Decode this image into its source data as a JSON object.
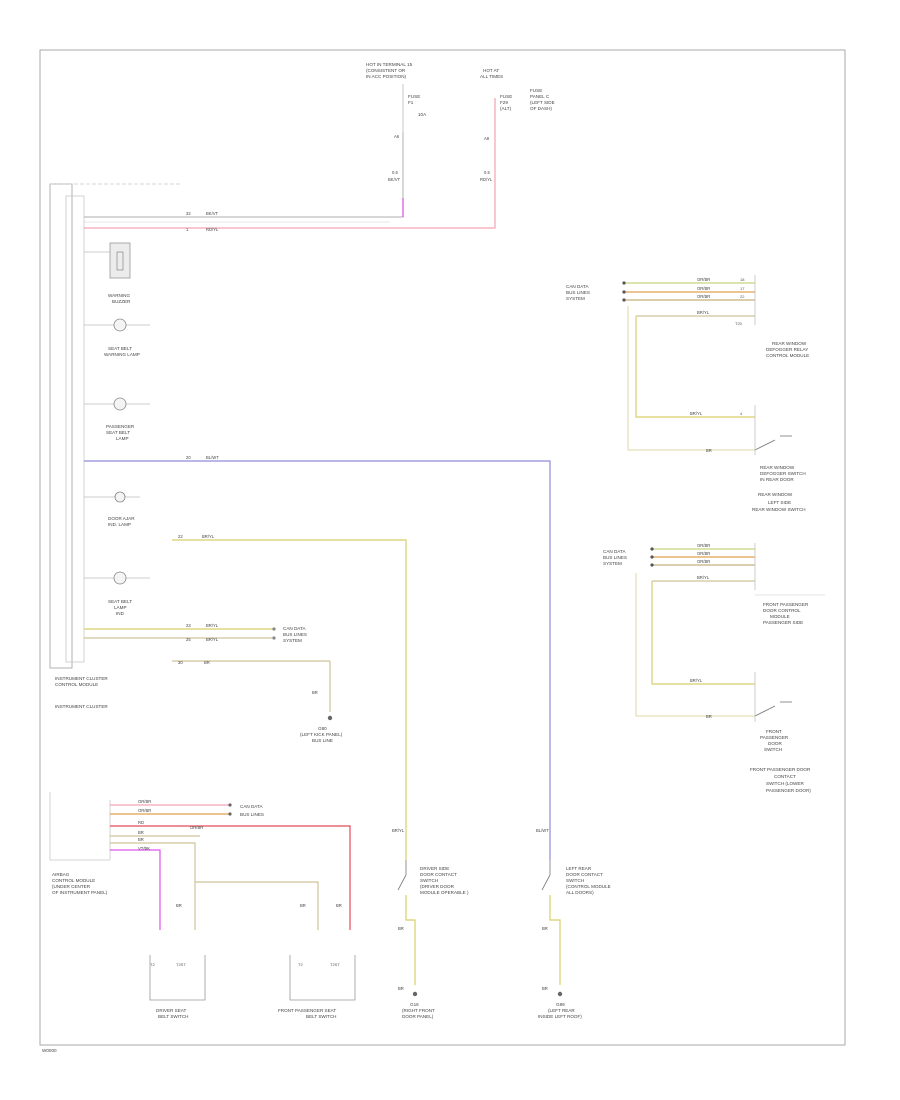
{
  "diagram": {
    "title_code": "W0000",
    "power_top_left": {
      "source": [
        "HOT IN TERMINAL 15",
        "(CONSISTENT OR",
        "IN ACC POSITION)"
      ],
      "fuse_label": [
        "FUSE",
        "F1"
      ],
      "fuse_rating": "10A",
      "pin_a": "A6",
      "wire_code": "0.5",
      "wire_color": "BK/VT"
    },
    "power_top_right": {
      "source": [
        "HOT AT",
        "ALL TIMES"
      ],
      "fuse_label": [
        "FUSE",
        "F29",
        "(ALT)"
      ],
      "fuse_desc": [
        "FUSE",
        "PANEL C",
        "(LEFT SIDE",
        "OF DASH)"
      ],
      "pin_a": "A8",
      "wire_code": "0.5",
      "wire_color": "RD/YL"
    },
    "instrument_cluster": {
      "label": [
        "INSTRUMENT CLUSTER",
        "CONTROL MODULE"
      ],
      "sublabel": "INSTRUMENT CLUSTER",
      "items": [
        {
          "pin": "32",
          "wire": "BK/VT"
        },
        {
          "pin": "1",
          "wire": "RD/YL"
        },
        {
          "name": [
            "WARNING",
            "BUZZER"
          ]
        },
        {
          "name": [
            "SEAT BELT",
            "WARNING LAMP"
          ]
        },
        {
          "name": [
            "PASSENGER",
            "SEAT BELT",
            "LAMP"
          ]
        },
        {
          "pin": "20",
          "wire": "BL/WT"
        },
        {
          "name": [
            "DOOR AJAR",
            "IND. LAMP"
          ]
        },
        {
          "pin": "22",
          "wire": "BR/YL"
        },
        {
          "name": [
            "SEAT BELT",
            "LAMP",
            "IND"
          ]
        },
        {
          "pin": "23",
          "wire": "BR/YL"
        },
        {
          "pin": "25",
          "wire": "BR/YL"
        },
        {
          "pin": "30",
          "wire": "BR"
        }
      ],
      "can_label": [
        "CAN DATA",
        "BUS LINES",
        "SYSTEM"
      ],
      "ground_wire": "BR",
      "ground_label": [
        "G80",
        "(LEFT KICK PANEL)",
        "BUS LINE"
      ]
    },
    "right_top": {
      "can_label": [
        "CAN DATA",
        "BUS LINES",
        "SYSTEM"
      ],
      "wires": [
        "OR/BR",
        "OR/BR",
        "OR/BR",
        "BR/YL"
      ],
      "pins": [
        "18",
        "17",
        "22",
        "T20"
      ],
      "module_label": [
        "REAR WINDOW",
        "DEFOGGER RELAY",
        "CONTROL MODULE"
      ],
      "switch_wire": "BR/YL",
      "switch_pin": "4",
      "ground_wire": "BR",
      "switch_label": [
        "REAR WINDOW",
        "DEFOGGER SWITCH",
        "IN REAR DOOR"
      ],
      "footer": [
        "REAR WINDOW",
        "LEFT SIDE",
        "REAR WINDOW SWITCH"
      ]
    },
    "right_mid": {
      "can_label": [
        "CAN DATA",
        "BUS LINES",
        "SYSTEM"
      ],
      "wires": [
        "OR/BR",
        "OR/BR",
        "OR/BR",
        "BR/YL"
      ],
      "module_label": [
        "FRONT PASSENGER",
        "DOOR CONTROL",
        "MODULE",
        "PASSENGER SIDE"
      ],
      "switch_wire": "BR/YL",
      "ground_wire": "BR",
      "switch_label": [
        "FRONT",
        "PASSENGER",
        "DOOR",
        "SWITCH"
      ],
      "footer": [
        "FRONT PASSENGER DOOR",
        "CONTACT",
        "SWITCH (LOWER",
        "PASSENGER DOOR)"
      ]
    },
    "airbag_module": {
      "label": [
        "AIRBAG",
        "CONTROL MODULE",
        "(UNDER CENTER",
        "OF INSTRUMENT PANEL)"
      ],
      "wires": [
        "OR/BR",
        "OR/BR",
        "RD",
        "BR",
        "BR",
        "VT/BK"
      ],
      "can_label": [
        "CAN DATA",
        "BUS LINES"
      ],
      "extra_wire": "OR/BR"
    },
    "switches": {
      "driver_belt": [
        "DRIVER SEAT",
        "BELT SWITCH"
      ],
      "passenger_belt": [
        "FRONT PASSENGER SEAT",
        "BELT SWITCH"
      ],
      "ground_wire": "BR",
      "pins": [
        "T2",
        "T2ST"
      ]
    },
    "door_switch_left": {
      "wire_top": "BR/YL",
      "label": [
        "DRIVER SIDE",
        "DOOR CONTACT",
        "SWITCH",
        "(DRIVER DOOR",
        "MODULE OPERABLE )"
      ],
      "wire_bottom": "BR",
      "ground": [
        "G16",
        "(RIGHT FRONT",
        "DOOR PANEL)"
      ]
    },
    "door_switch_right": {
      "wire_top": "BL/WT",
      "label": [
        "LEFT REAR",
        "DOOR CONTACT",
        "SWITCH",
        "(CONTROL MODULE",
        "ALL DOORS)"
      ],
      "wire_bottom": "BR",
      "ground": [
        "G89",
        "(LEFT REAR",
        "INSIDE LEFT ROOF)"
      ]
    },
    "colors": {
      "yellow": "#d8cf6a",
      "tan": "#cfc39a",
      "pink": "#f2a4b0",
      "red": "#e74a59",
      "purple": "#8f8bd9",
      "magenta": "#dd55ee",
      "grey": "#bdbdbd",
      "orange": "#e0a050",
      "border": "#a8a8a8"
    }
  }
}
